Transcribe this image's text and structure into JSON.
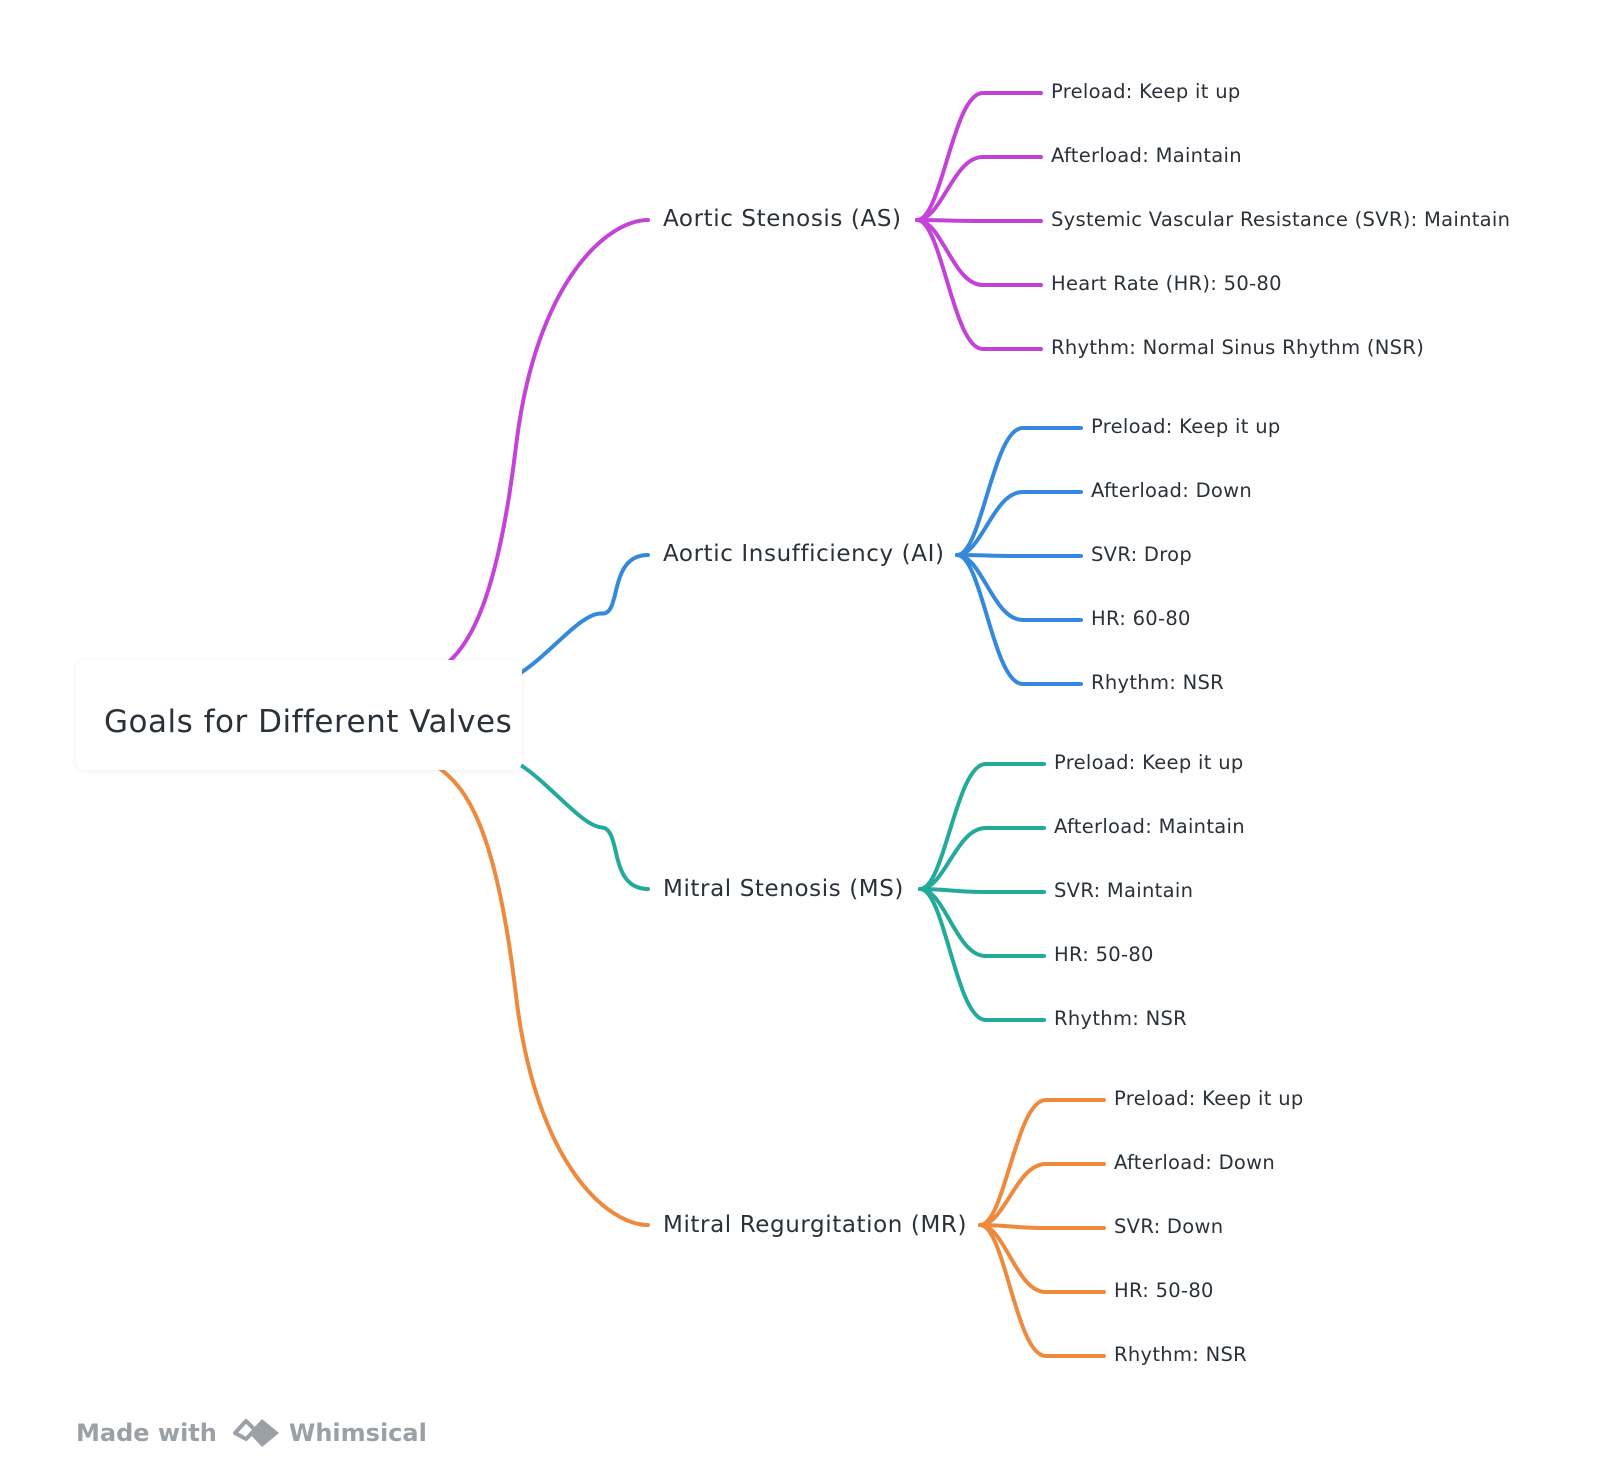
{
  "root": {
    "title": "Goals for Different Valves"
  },
  "branches": [
    {
      "label": "Aortic Stenosis (AS)",
      "color": "#c542d8",
      "items": [
        "Preload: Keep it up",
        "Afterload: Maintain",
        "Systemic Vascular Resistance (SVR): Maintain",
        "Heart Rate (HR): 50-80",
        "Rhythm: Normal Sinus Rhythm (NSR)"
      ]
    },
    {
      "label": "Aortic Insufficiency (AI)",
      "color": "#3489dd",
      "items": [
        "Preload: Keep it up",
        "Afterload: Down",
        "SVR: Drop",
        "HR: 60-80",
        "Rhythm: NSR"
      ]
    },
    {
      "label": "Mitral Stenosis (MS)",
      "color": "#23aa9b",
      "items": [
        "Preload: Keep it up",
        "Afterload: Maintain",
        "SVR: Maintain",
        "HR: 50-80",
        "Rhythm: NSR"
      ]
    },
    {
      "label": "Mitral Regurgitation (MR)",
      "color": "#ee8a3e",
      "items": [
        "Preload: Keep it up",
        "Afterload: Down",
        "SVR: Down",
        "HR: 50-80",
        "Rhythm: NSR"
      ]
    }
  ],
  "footer": {
    "made_with": "Made with",
    "brand": "Whimsical",
    "logo_icon": "whimsical-logo-icon"
  }
}
